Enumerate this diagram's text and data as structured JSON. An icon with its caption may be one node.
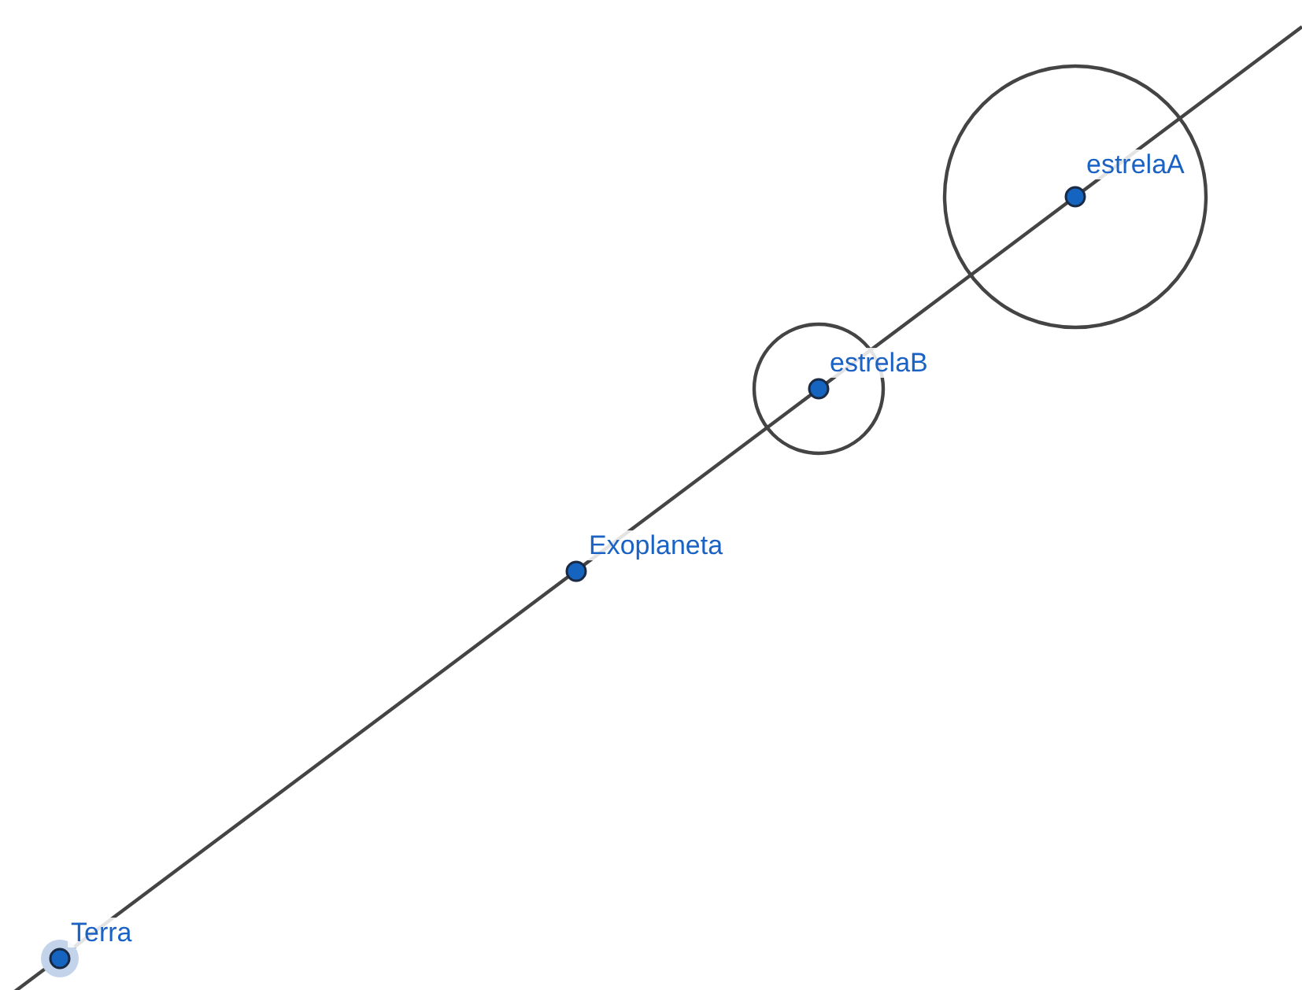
{
  "diagram": {
    "labels": [
      "estrelaA",
      "estrelaB",
      "Exoplaneta",
      "Terra"
    ]
  }
}
